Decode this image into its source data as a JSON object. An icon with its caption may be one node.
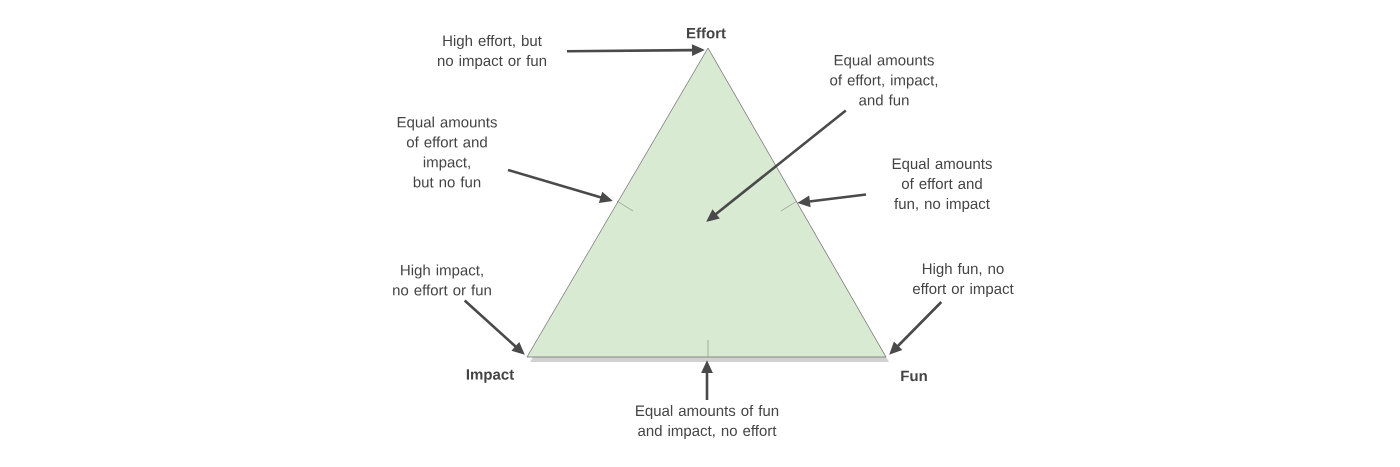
{
  "diagram": {
    "nodes": [
      {
        "text": [
          "High effort, but no impact or fun"
        ]
      },
      {
        "text": [
          "Equal amounts of effort, impact, and fun"
        ]
      },
      {
        "text": [
          "Equal amounts of effort and impact, but no fun"
        ]
      },
      {
        "text": [
          "Equal amounts of effort and fun, no impact"
        ]
      },
      {
        "text": [
          "High impact, no effort or fun"
        ]
      },
      {
        "text": [
          "High fun, no effort or impact"
        ]
      },
      {
        "text": [
          "Equal amounts of fun and impact, no effort"
        ]
      },
      {
        "text": [
          "Effort"
        ]
      },
      {
        "text": [
          "Impact"
        ]
      },
      {
        "text": [
          "Fun"
        ]
      }
    ],
    "edges": [
      {
        "from": 0,
        "to": 7,
        "arrow": "to"
      },
      {
        "from": 1,
        "to": null,
        "arrow": "to"
      },
      {
        "from": 2,
        "to": null,
        "arrow": "to"
      },
      {
        "from": 3,
        "to": null,
        "arrow": "to"
      },
      {
        "from": 4,
        "to": 8,
        "arrow": "to"
      },
      {
        "from": 5,
        "to": 9,
        "arrow": "to"
      },
      {
        "from": 6,
        "to": null,
        "arrow": "to"
      }
    ]
  }
}
